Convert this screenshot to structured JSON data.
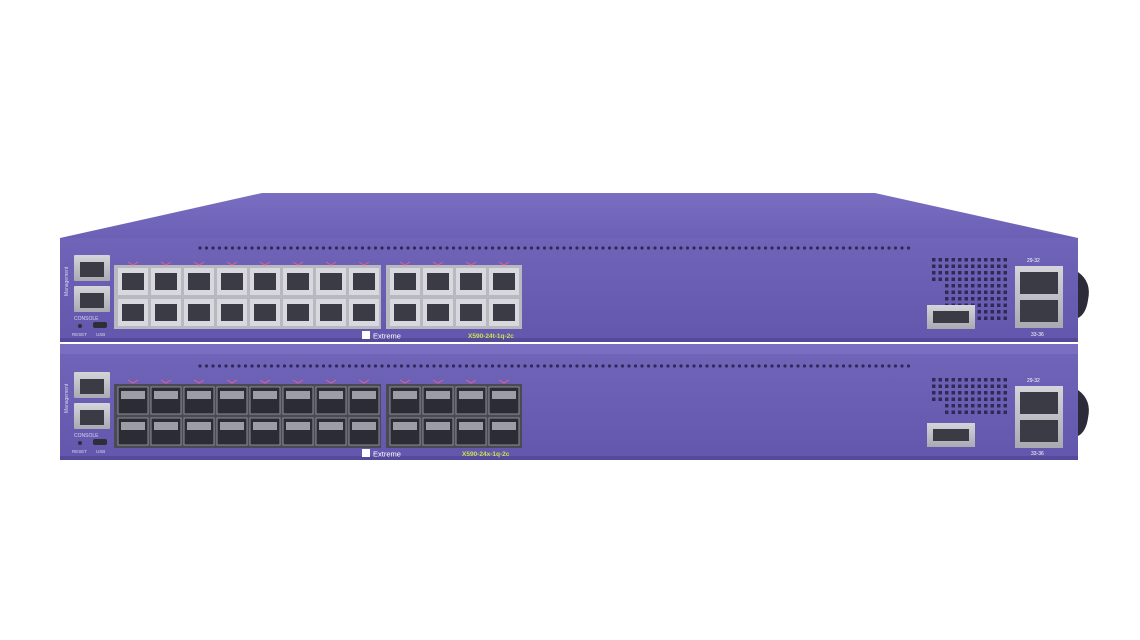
{
  "colors": {
    "chassis_front": "#6b5fb5",
    "chassis_top": "#7468bd",
    "chassis_dark": "#4d4391",
    "port_metal": "#c9c9cf",
    "port_hole": "#3b3b46",
    "label_accent": "#c7e34a"
  },
  "top_switch": {
    "brand": "Extreme",
    "model": "X590-24t-1q-2c",
    "console_label": "CONSOLE",
    "mgmt_label": "Management",
    "reset_label": "RESET",
    "usb_label": "USB",
    "qsfp_label_top": "29-32",
    "qsfp_label_bottom": "33-36"
  },
  "bottom_switch": {
    "brand": "Extreme",
    "model": "X590-24x-1q-2c",
    "console_label": "CONSOLE",
    "mgmt_label": "Management",
    "reset_label": "RESET",
    "usb_label": "USB",
    "qsfp_label_top": "29-32",
    "qsfp_label_bottom": "33-36"
  }
}
